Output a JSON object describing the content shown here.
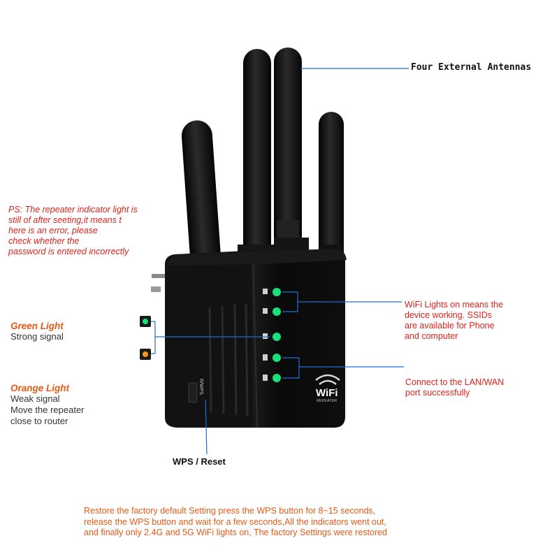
{
  "annotations": {
    "antennas": "Four External Antennas",
    "ps_note": [
      "PS: The repeater indicator light is",
      "still of after seeting,it means t",
      "here is an error, please",
      "check whether the",
      "password is entered incorrectly"
    ],
    "green_light": {
      "title": "Green Light",
      "desc": "Strong signal"
    },
    "orange_light": {
      "title": "Orange Light",
      "lines": [
        "Weak signal",
        "Move the repeater",
        "close to router"
      ]
    },
    "wifi_lights": [
      "WiFi Lights on means the",
      "device working. SSIDs",
      "are available for Phone",
      "and computer"
    ],
    "lan_wan": [
      "Connect to the LAN/WAN",
      "port successfully"
    ],
    "wps_reset": "WPS / Reset",
    "restore": [
      "Restore the factory default Setting  press the WPS button for 8~15 seconds,",
      "release the WPS button and wait for a few seconds,All the indicators went out,",
      "and finally only 2.4G and 5G WiFi lights on, The factory Settings were restored"
    ]
  },
  "device": {
    "logo_text": "WiFi",
    "logo_subtext": "REPEATER",
    "side_label": "R/WPS"
  },
  "colors": {
    "red_text": "#e0221b",
    "orange_text": "#e65a17",
    "led_green": "#19e07a",
    "led_orange": "#f59a1b",
    "callout_line": "#1f6fd6",
    "device_body": "#0d0d0d"
  }
}
